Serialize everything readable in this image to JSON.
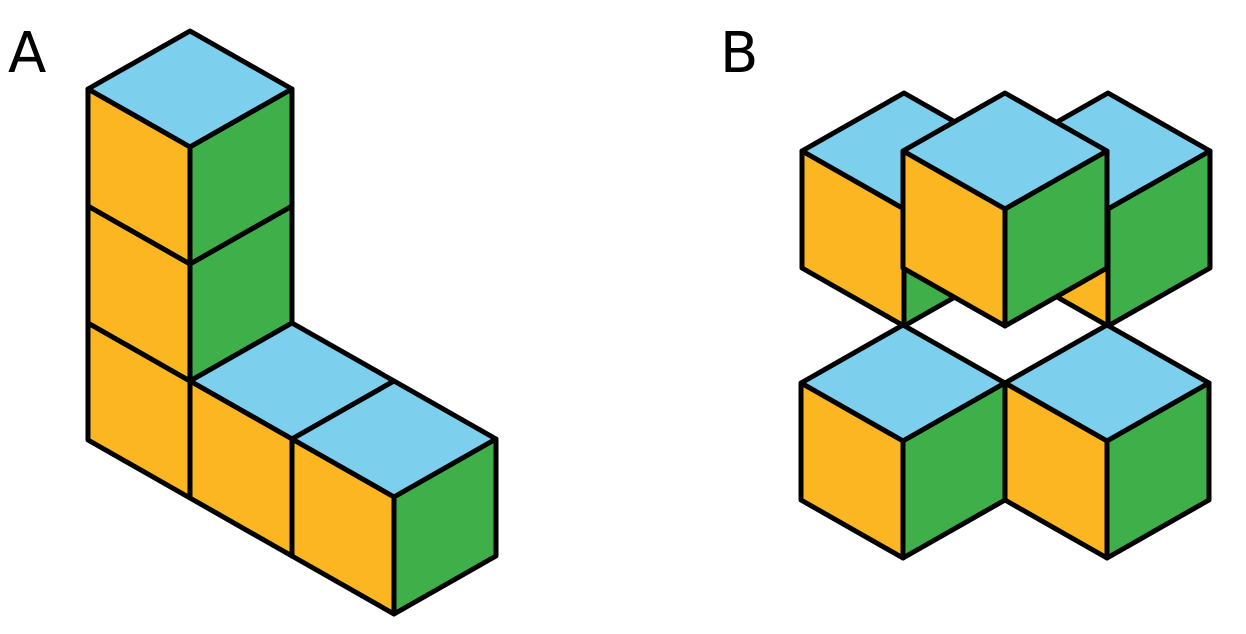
{
  "figures": [
    {
      "label": "A",
      "cubes": [
        {
          "col": 0,
          "row": 0,
          "layer": 0
        },
        {
          "col": 0,
          "row": 0,
          "layer": 1
        },
        {
          "col": 0,
          "row": 0,
          "layer": 2
        },
        {
          "col": 1,
          "row": 0,
          "layer": 0
        },
        {
          "col": 2,
          "row": 0,
          "layer": 0
        }
      ]
    },
    {
      "label": "B",
      "cubes": [
        {
          "col": 0,
          "row": 0,
          "layer": 0
        },
        {
          "col": 1,
          "row": 0,
          "layer": 0
        },
        {
          "col": 0,
          "row": 1,
          "layer": 0
        },
        {
          "col": 1,
          "row": 1,
          "layer": 0
        }
      ],
      "back_cubes": [
        {
          "col": 0,
          "row": 0,
          "layer": 0
        },
        {
          "col": 1,
          "row": 0,
          "layer": 0
        }
      ]
    }
  ],
  "colors": {
    "top": "#7dcfee",
    "left": "#fbb621",
    "right": "#3fb049",
    "outline": "#000000"
  }
}
